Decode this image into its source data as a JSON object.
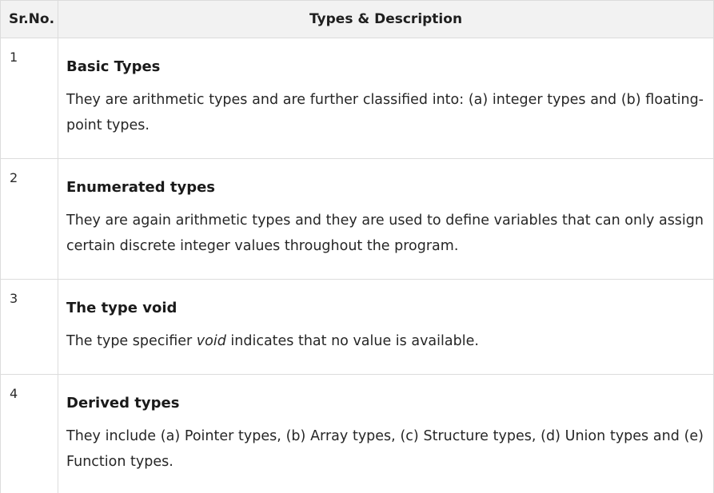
{
  "table": {
    "headers": {
      "number": "Sr.No.",
      "description": "Types & Description"
    },
    "rows": [
      {
        "number": "1",
        "title": "Basic Types",
        "text": "They are arithmetic types and are further classified into: (a) integer types and (b) floating-point types."
      },
      {
        "number": "2",
        "title": "Enumerated types",
        "text": "They are again arithmetic types and they are used to define variables that can only assign certain discrete integer values throughout the program."
      },
      {
        "number": "3",
        "title": "The type void",
        "text_before": "The type specifier ",
        "text_emphasis": "void",
        "text_after": " indicates that no value is available."
      },
      {
        "number": "4",
        "title": "Derived types",
        "text": "They include (a) Pointer types, (b) Array types, (c) Structure types, (d) Union types and (e) Function types."
      }
    ]
  }
}
